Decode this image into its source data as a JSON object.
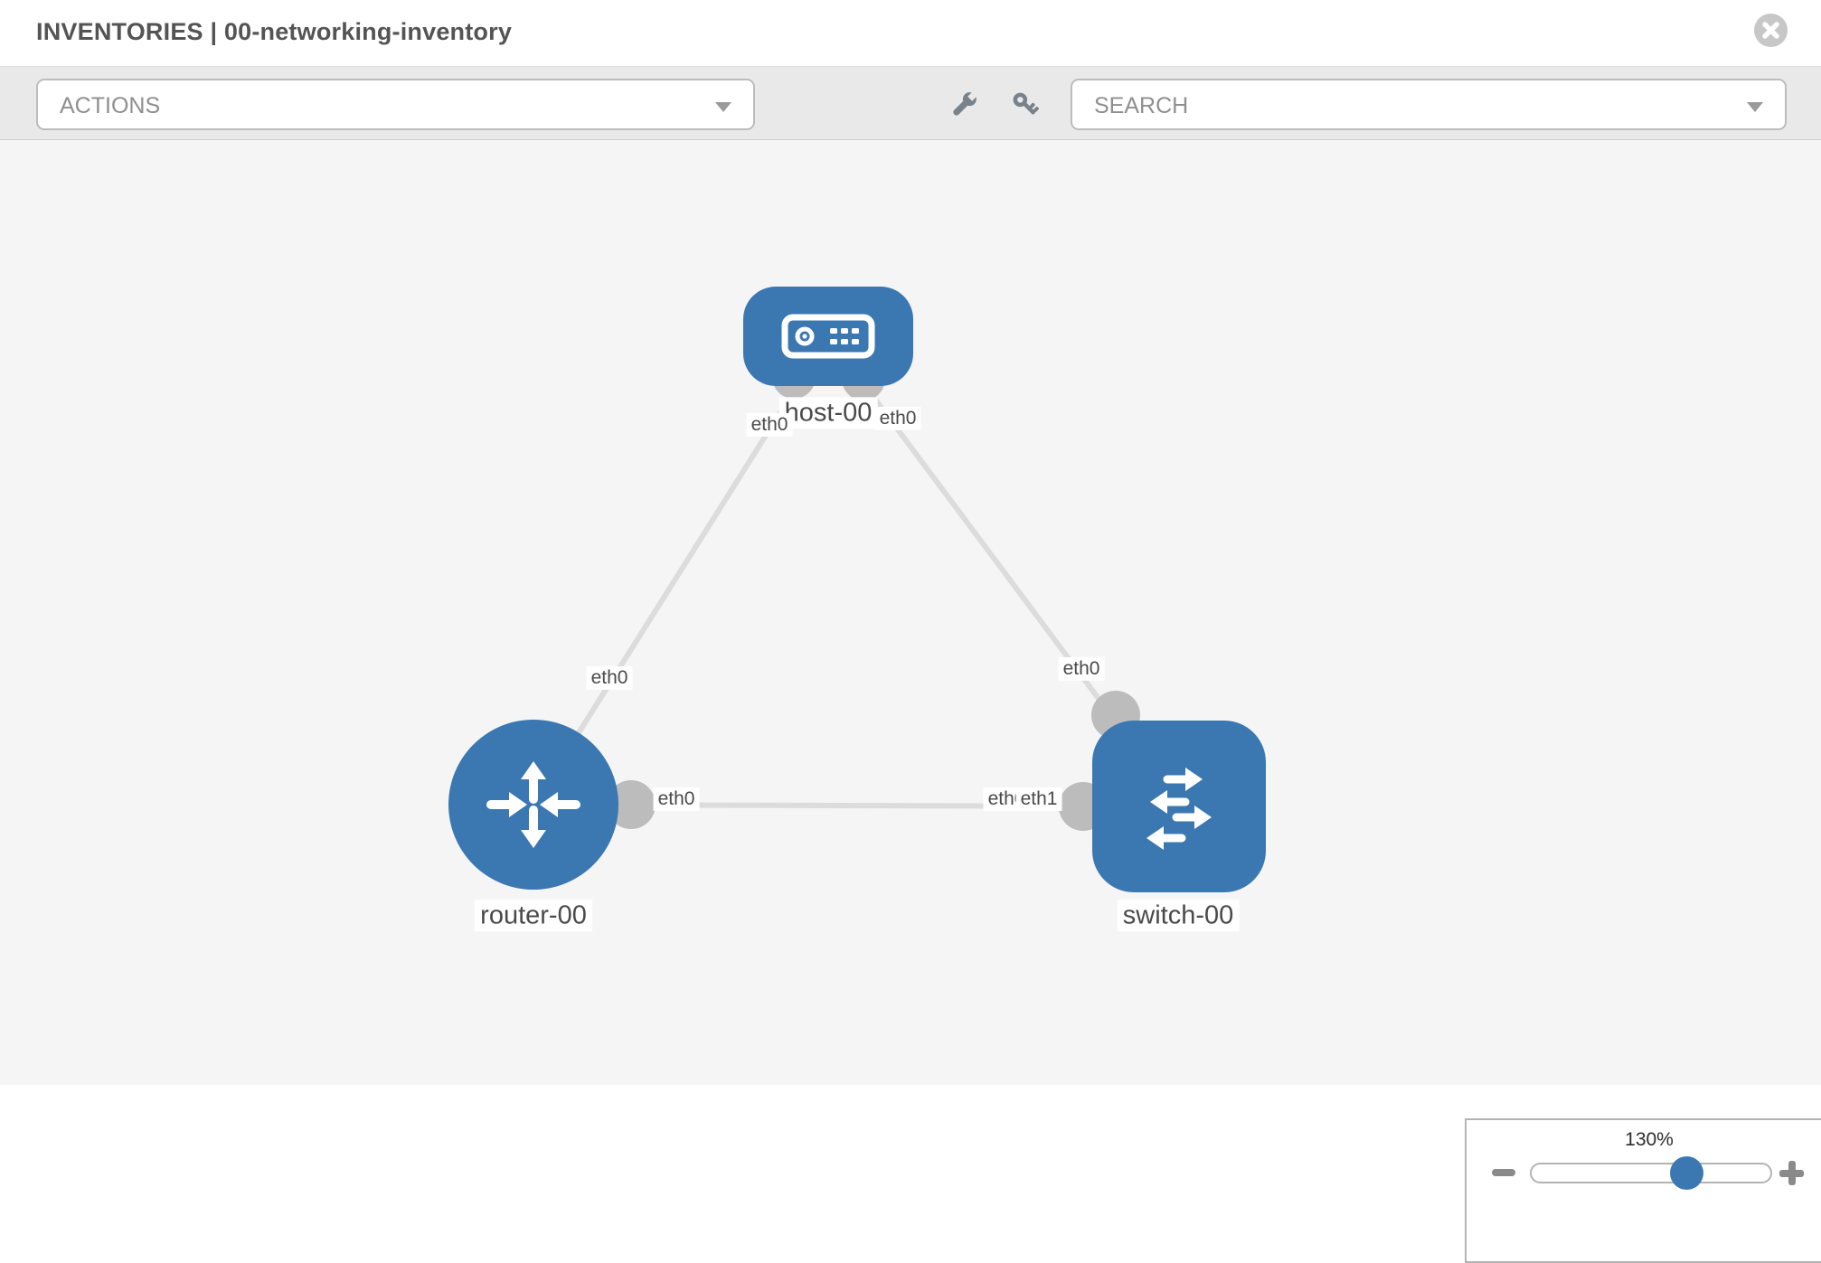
{
  "header": {
    "title": "INVENTORIES | 00-networking-inventory"
  },
  "toolbar": {
    "actions_label": "ACTIONS",
    "search_label": "SEARCH"
  },
  "icons": {
    "close": "x-circle",
    "actions_chevron": "triangle-down",
    "search_chevron": "triangle-down",
    "tool_1": "wrench",
    "tool_2": "key",
    "zoom_out": "minus",
    "zoom_in": "plus"
  },
  "nodes": {
    "host": {
      "label": "host-00",
      "type": "host"
    },
    "router": {
      "label": "router-00",
      "type": "router"
    },
    "switch": {
      "label": "switch-00",
      "type": "switch"
    }
  },
  "links": [
    {
      "source": "host-00",
      "target": "router-00",
      "source_interface": "eth0",
      "target_interface": "eth0"
    },
    {
      "source": "host-00",
      "target": "switch-00",
      "source_interface": "eth0",
      "target_interface": "eth0"
    },
    {
      "source": "router-00",
      "target": "switch-00",
      "source_interface": "eth0",
      "target_interface": "eth1"
    }
  ],
  "ports": {
    "host_to_router_at_host": "eth0",
    "host_to_switch_at_host": "eth0",
    "host_to_router_at_router": "eth0",
    "router_to_switch_at_router": "eth0",
    "host_to_switch_at_switch": "eth0",
    "router_to_switch_at_switch_back": "eth0",
    "router_to_switch_at_switch": "eth1"
  },
  "zoom_control": {
    "level": "130%"
  },
  "colors": {
    "node_blue": "#3b78b2",
    "link_gray": "#dcdcdc",
    "port_gray": "#bcbcbc",
    "toolbar_gray": "#e9e9e9",
    "canvas_gray": "#f5f5f5"
  }
}
